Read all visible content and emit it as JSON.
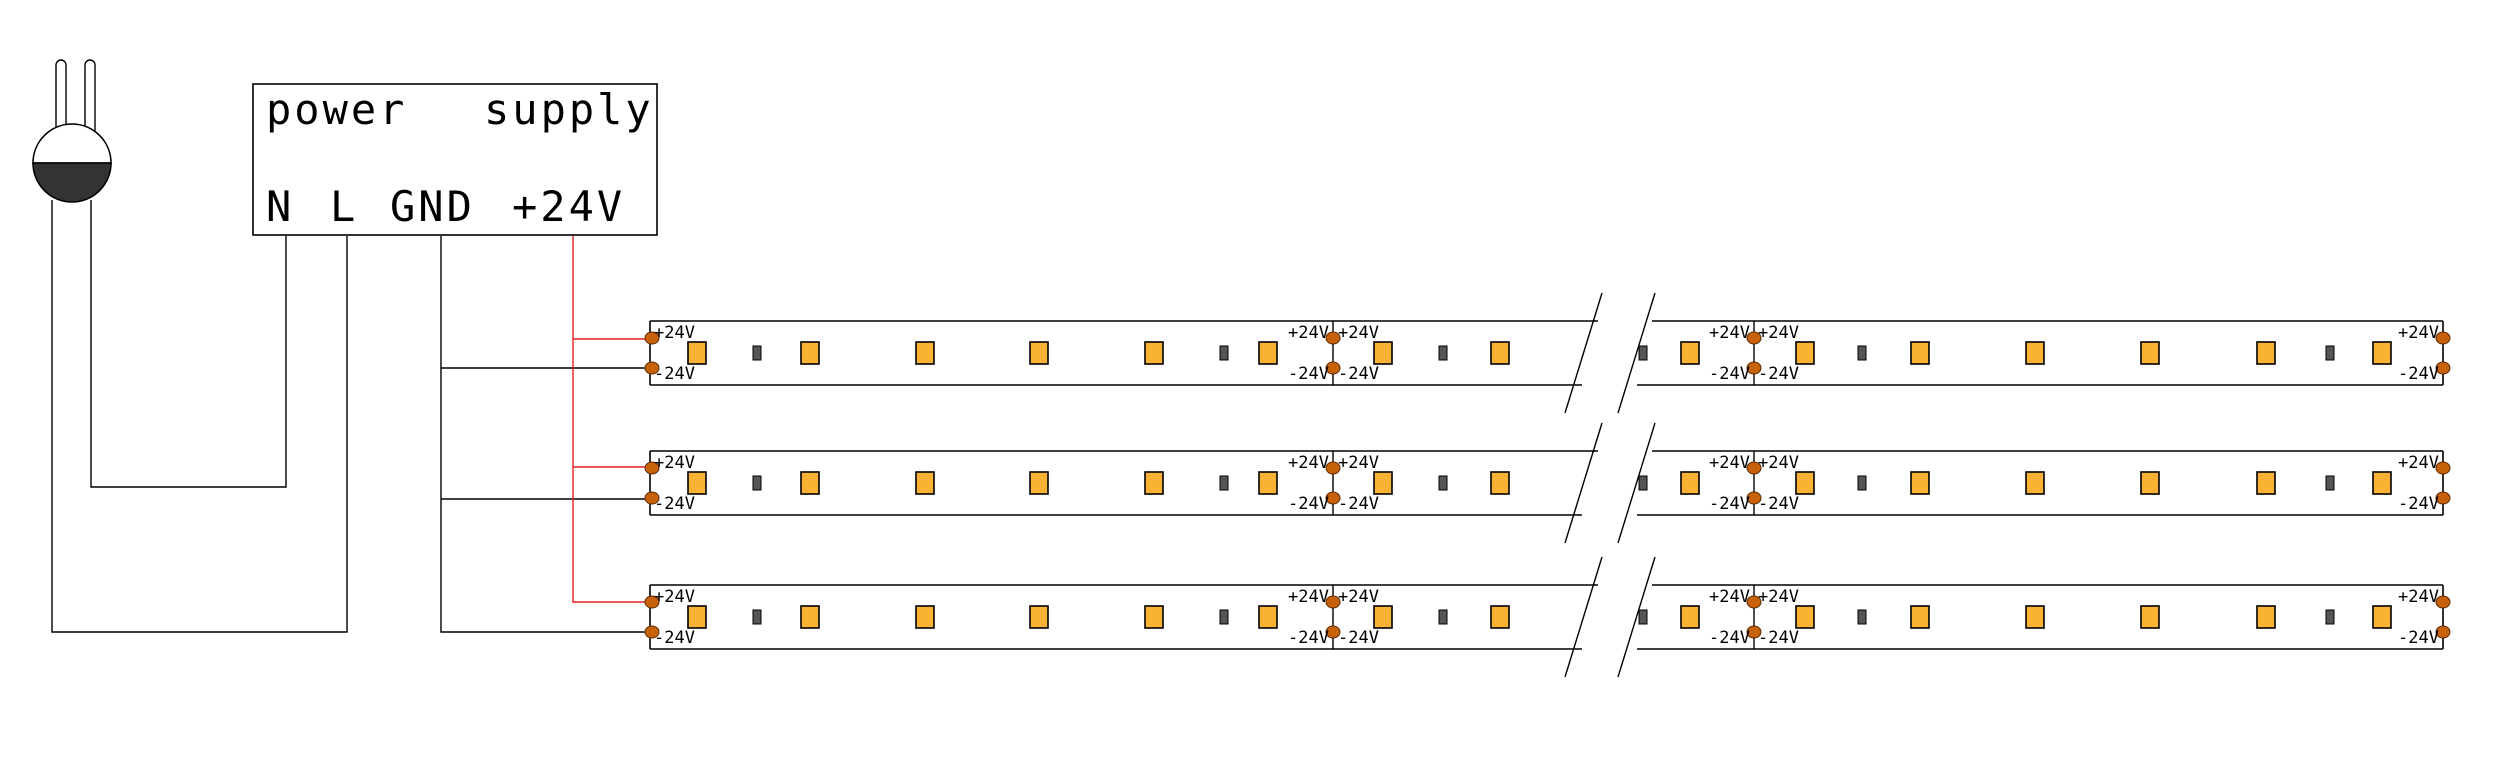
{
  "power_supply": {
    "title_left": "power",
    "title_right": "supply",
    "terminals": [
      "N",
      "L",
      "GND",
      "+24V"
    ]
  },
  "strip_labels": {
    "positive": "+24V",
    "negative": "-24V"
  },
  "strips": [
    {
      "id": "strip-1"
    },
    {
      "id": "strip-2"
    },
    {
      "id": "strip-3"
    }
  ],
  "colors": {
    "positive_wire": "#e02020",
    "led": "#f9b233",
    "solder_pad": "#c8620a",
    "plug_base": "#333333"
  }
}
